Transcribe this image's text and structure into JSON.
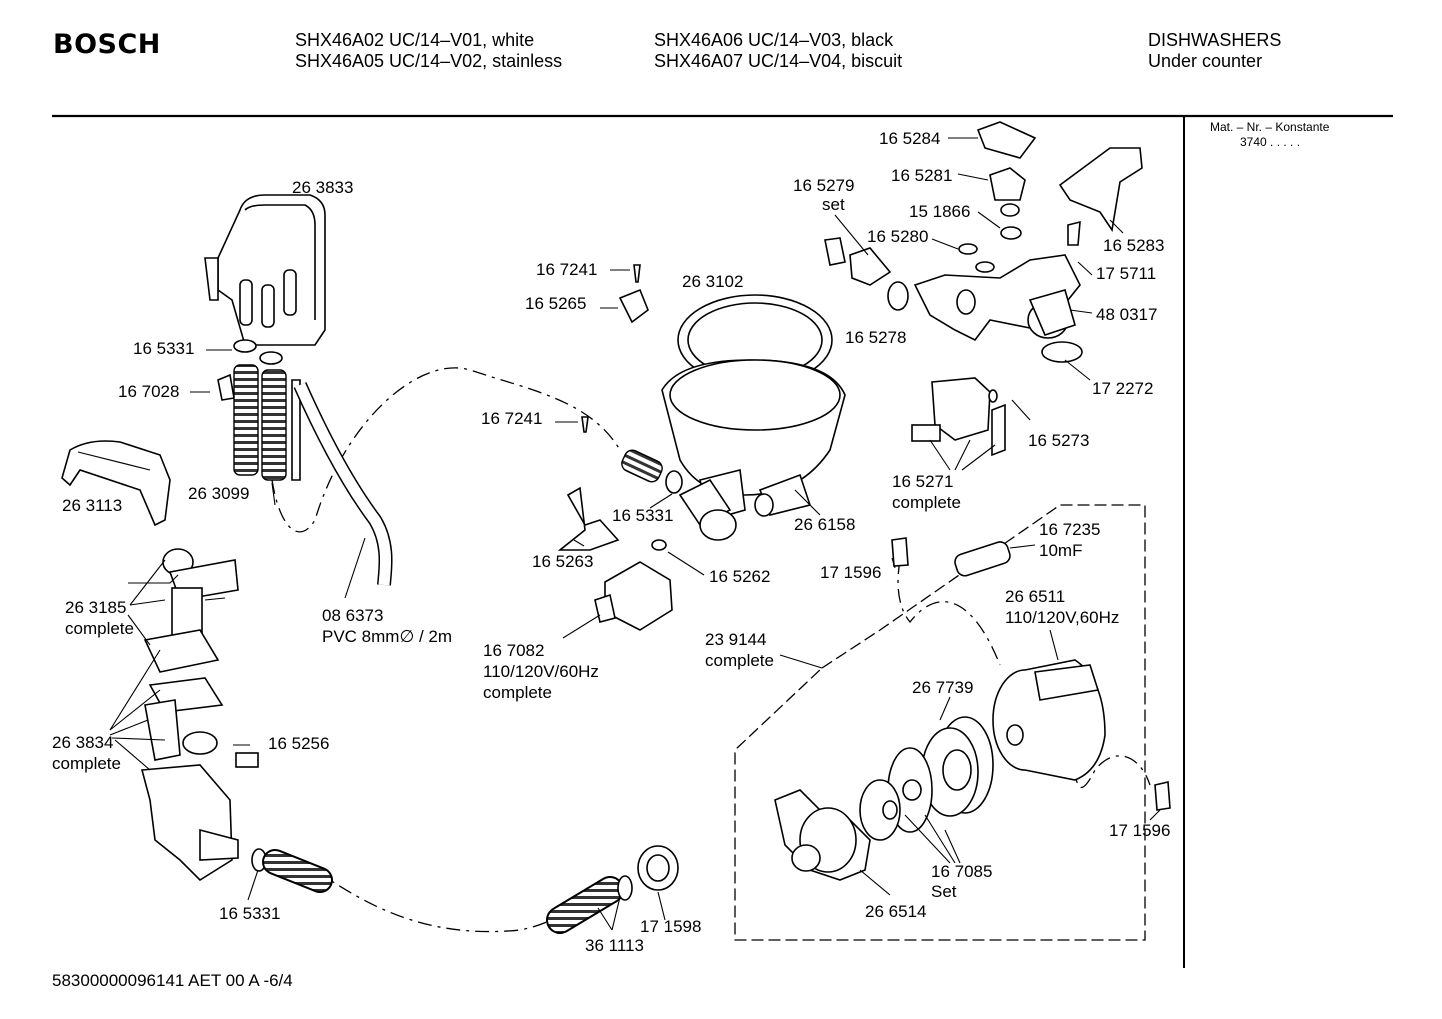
{
  "header": {
    "brand": "BOSCH",
    "models": [
      "SHX46A02  UC/14–V01, white",
      "SHX46A05  UC/14–V02, stainless",
      "SHX46A06  UC/14–V03, black",
      "SHX46A07  UC/14–V04, biscuit"
    ],
    "category": "DISHWASHERS",
    "subcategory": "Under counter"
  },
  "sidebar": {
    "mat_label": "Mat. – Nr. – Konstante",
    "mat_value": "3740  .  .  .  .  ."
  },
  "footer": {
    "doc_code": "58300000096141 AET 00 A -6/4"
  },
  "labels": [
    {
      "id": "p263833",
      "lines": [
        "26 3833"
      ]
    },
    {
      "id": "p165331a",
      "lines": [
        "16 5331"
      ]
    },
    {
      "id": "p167028",
      "lines": [
        "16 7028"
      ]
    },
    {
      "id": "p263113",
      "lines": [
        "26 3113"
      ]
    },
    {
      "id": "p263099",
      "lines": [
        "26 3099"
      ]
    },
    {
      "id": "p263185",
      "lines": [
        "26 3185",
        "complete"
      ]
    },
    {
      "id": "p263834",
      "lines": [
        "26 3834",
        "complete"
      ]
    },
    {
      "id": "p165256",
      "lines": [
        "16 5256"
      ]
    },
    {
      "id": "p165331d",
      "lines": [
        "16 5331"
      ]
    },
    {
      "id": "p086373",
      "lines": [
        "08 6373",
        "PVC 8mm∅ / 2m"
      ]
    },
    {
      "id": "p361113",
      "lines": [
        "36 1113"
      ]
    },
    {
      "id": "p171598",
      "lines": [
        "17 1598"
      ]
    },
    {
      "id": "p167241a",
      "lines": [
        "16 7241"
      ]
    },
    {
      "id": "p165265",
      "lines": [
        "16 5265"
      ]
    },
    {
      "id": "p263102",
      "lines": [
        "26 3102"
      ]
    },
    {
      "id": "p167241b",
      "lines": [
        "16 7241"
      ]
    },
    {
      "id": "p165331b",
      "lines": [
        "16 5331"
      ]
    },
    {
      "id": "p165263",
      "lines": [
        "16 5263"
      ]
    },
    {
      "id": "p165262",
      "lines": [
        "16 5262"
      ]
    },
    {
      "id": "p266158",
      "lines": [
        "26 6158"
      ]
    },
    {
      "id": "p167082",
      "lines": [
        "16 7082",
        "110/120V/60Hz",
        "complete"
      ]
    },
    {
      "id": "p165284",
      "lines": [
        "16 5284"
      ]
    },
    {
      "id": "p165281",
      "lines": [
        "16 5281"
      ]
    },
    {
      "id": "p165279",
      "lines": [
        "16 5279",
        "set"
      ]
    },
    {
      "id": "p151866",
      "lines": [
        "15 1866"
      ]
    },
    {
      "id": "p165280",
      "lines": [
        "16 5280"
      ]
    },
    {
      "id": "p165283",
      "lines": [
        "16 5283"
      ]
    },
    {
      "id": "p175711",
      "lines": [
        "17 5711"
      ]
    },
    {
      "id": "p480317",
      "lines": [
        "48 0317"
      ]
    },
    {
      "id": "p165278",
      "lines": [
        "16 5278"
      ]
    },
    {
      "id": "p172272",
      "lines": [
        "17 2272"
      ]
    },
    {
      "id": "p165273",
      "lines": [
        "16 5273"
      ]
    },
    {
      "id": "p165271",
      "lines": [
        "16 5271",
        "complete"
      ]
    },
    {
      "id": "p167235",
      "lines": [
        "16 7235",
        "10mF"
      ]
    },
    {
      "id": "p171596a",
      "lines": [
        "17 1596"
      ]
    },
    {
      "id": "p266511",
      "lines": [
        "26 6511",
        "110/120V,60Hz"
      ]
    },
    {
      "id": "p239144",
      "lines": [
        "23  9144",
        "complete"
      ]
    },
    {
      "id": "p267739",
      "lines": [
        "26 7739"
      ]
    },
    {
      "id": "p171596b",
      "lines": [
        "17 1596"
      ]
    },
    {
      "id": "p167085",
      "lines": [
        "16 7085",
        "Set"
      ]
    },
    {
      "id": "p266514",
      "lines": [
        "26 6514"
      ]
    }
  ]
}
